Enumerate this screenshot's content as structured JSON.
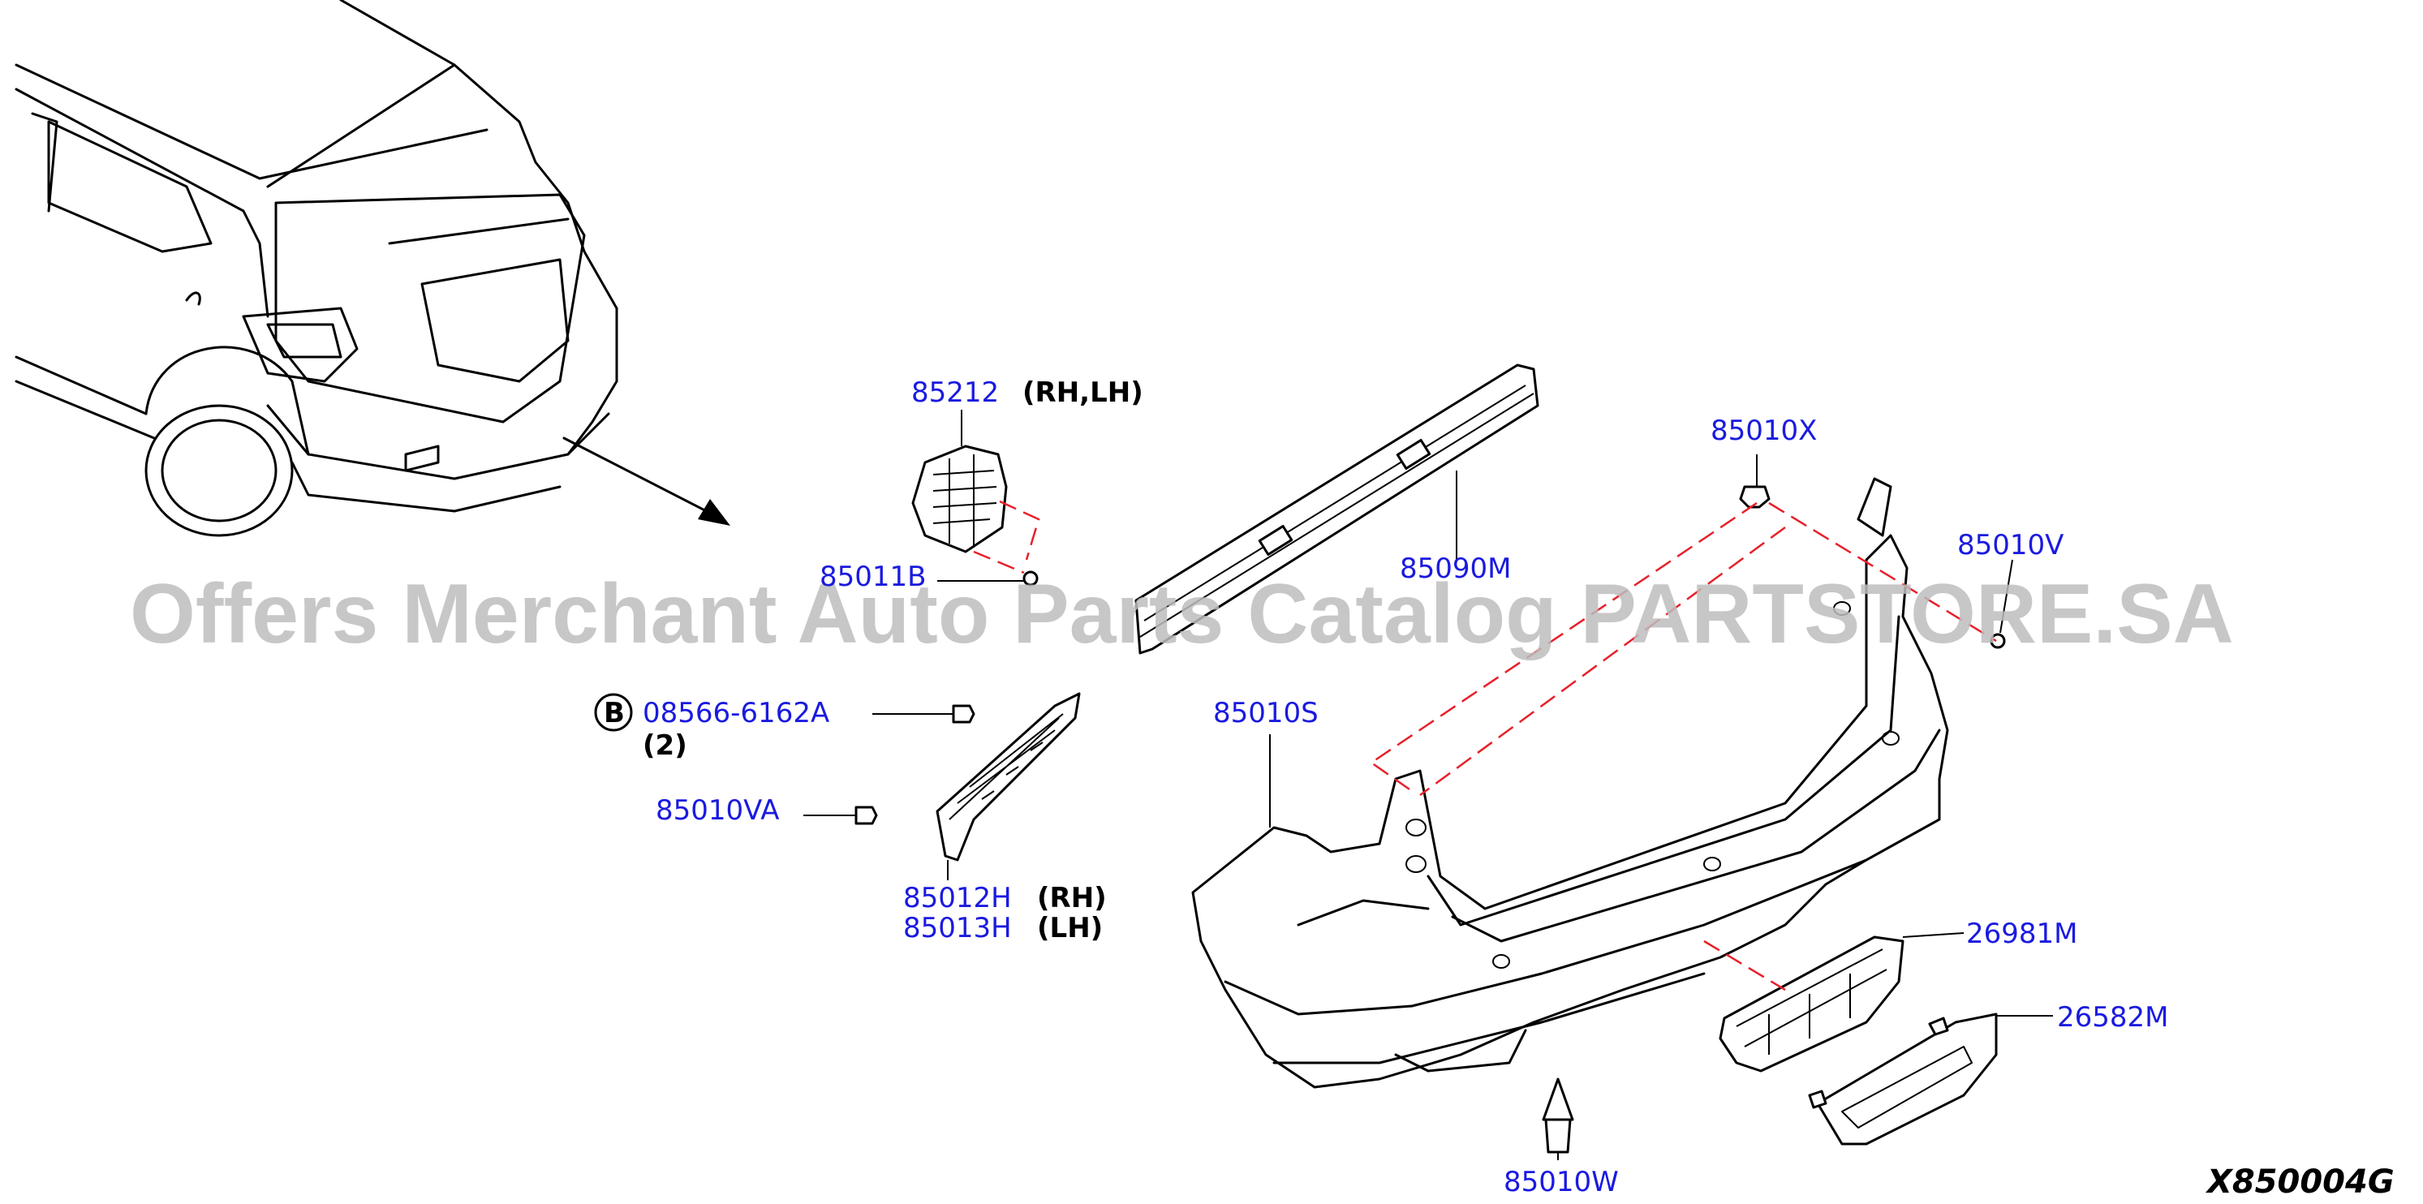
{
  "colors": {
    "callout": "#1a1ae0",
    "line": "#000000",
    "dash": "#e8202a",
    "watermark": "#bdbdbd"
  },
  "watermark": "Offers Merchant Auto Parts Catalog PARTSTORE.SA",
  "diagram_code": "X850004G",
  "callouts": [
    {
      "number": "85212",
      "suffix": "(RH,LH)"
    },
    {
      "number": "85011B",
      "suffix": ""
    },
    {
      "number": "85090M",
      "suffix": ""
    },
    {
      "number": "85010X",
      "suffix": ""
    },
    {
      "number": "85010V",
      "suffix": ""
    },
    {
      "number": "08566-6162A",
      "suffix": "(2)",
      "badge": "B"
    },
    {
      "number": "85010VA",
      "suffix": ""
    },
    {
      "number": "85010S",
      "suffix": ""
    },
    {
      "number": "85012H",
      "suffix": "(RH)"
    },
    {
      "number": "85013H",
      "suffix": "(LH)"
    },
    {
      "number": "26981M",
      "suffix": ""
    },
    {
      "number": "26582M",
      "suffix": ""
    },
    {
      "number": "85010W",
      "suffix": ""
    }
  ]
}
